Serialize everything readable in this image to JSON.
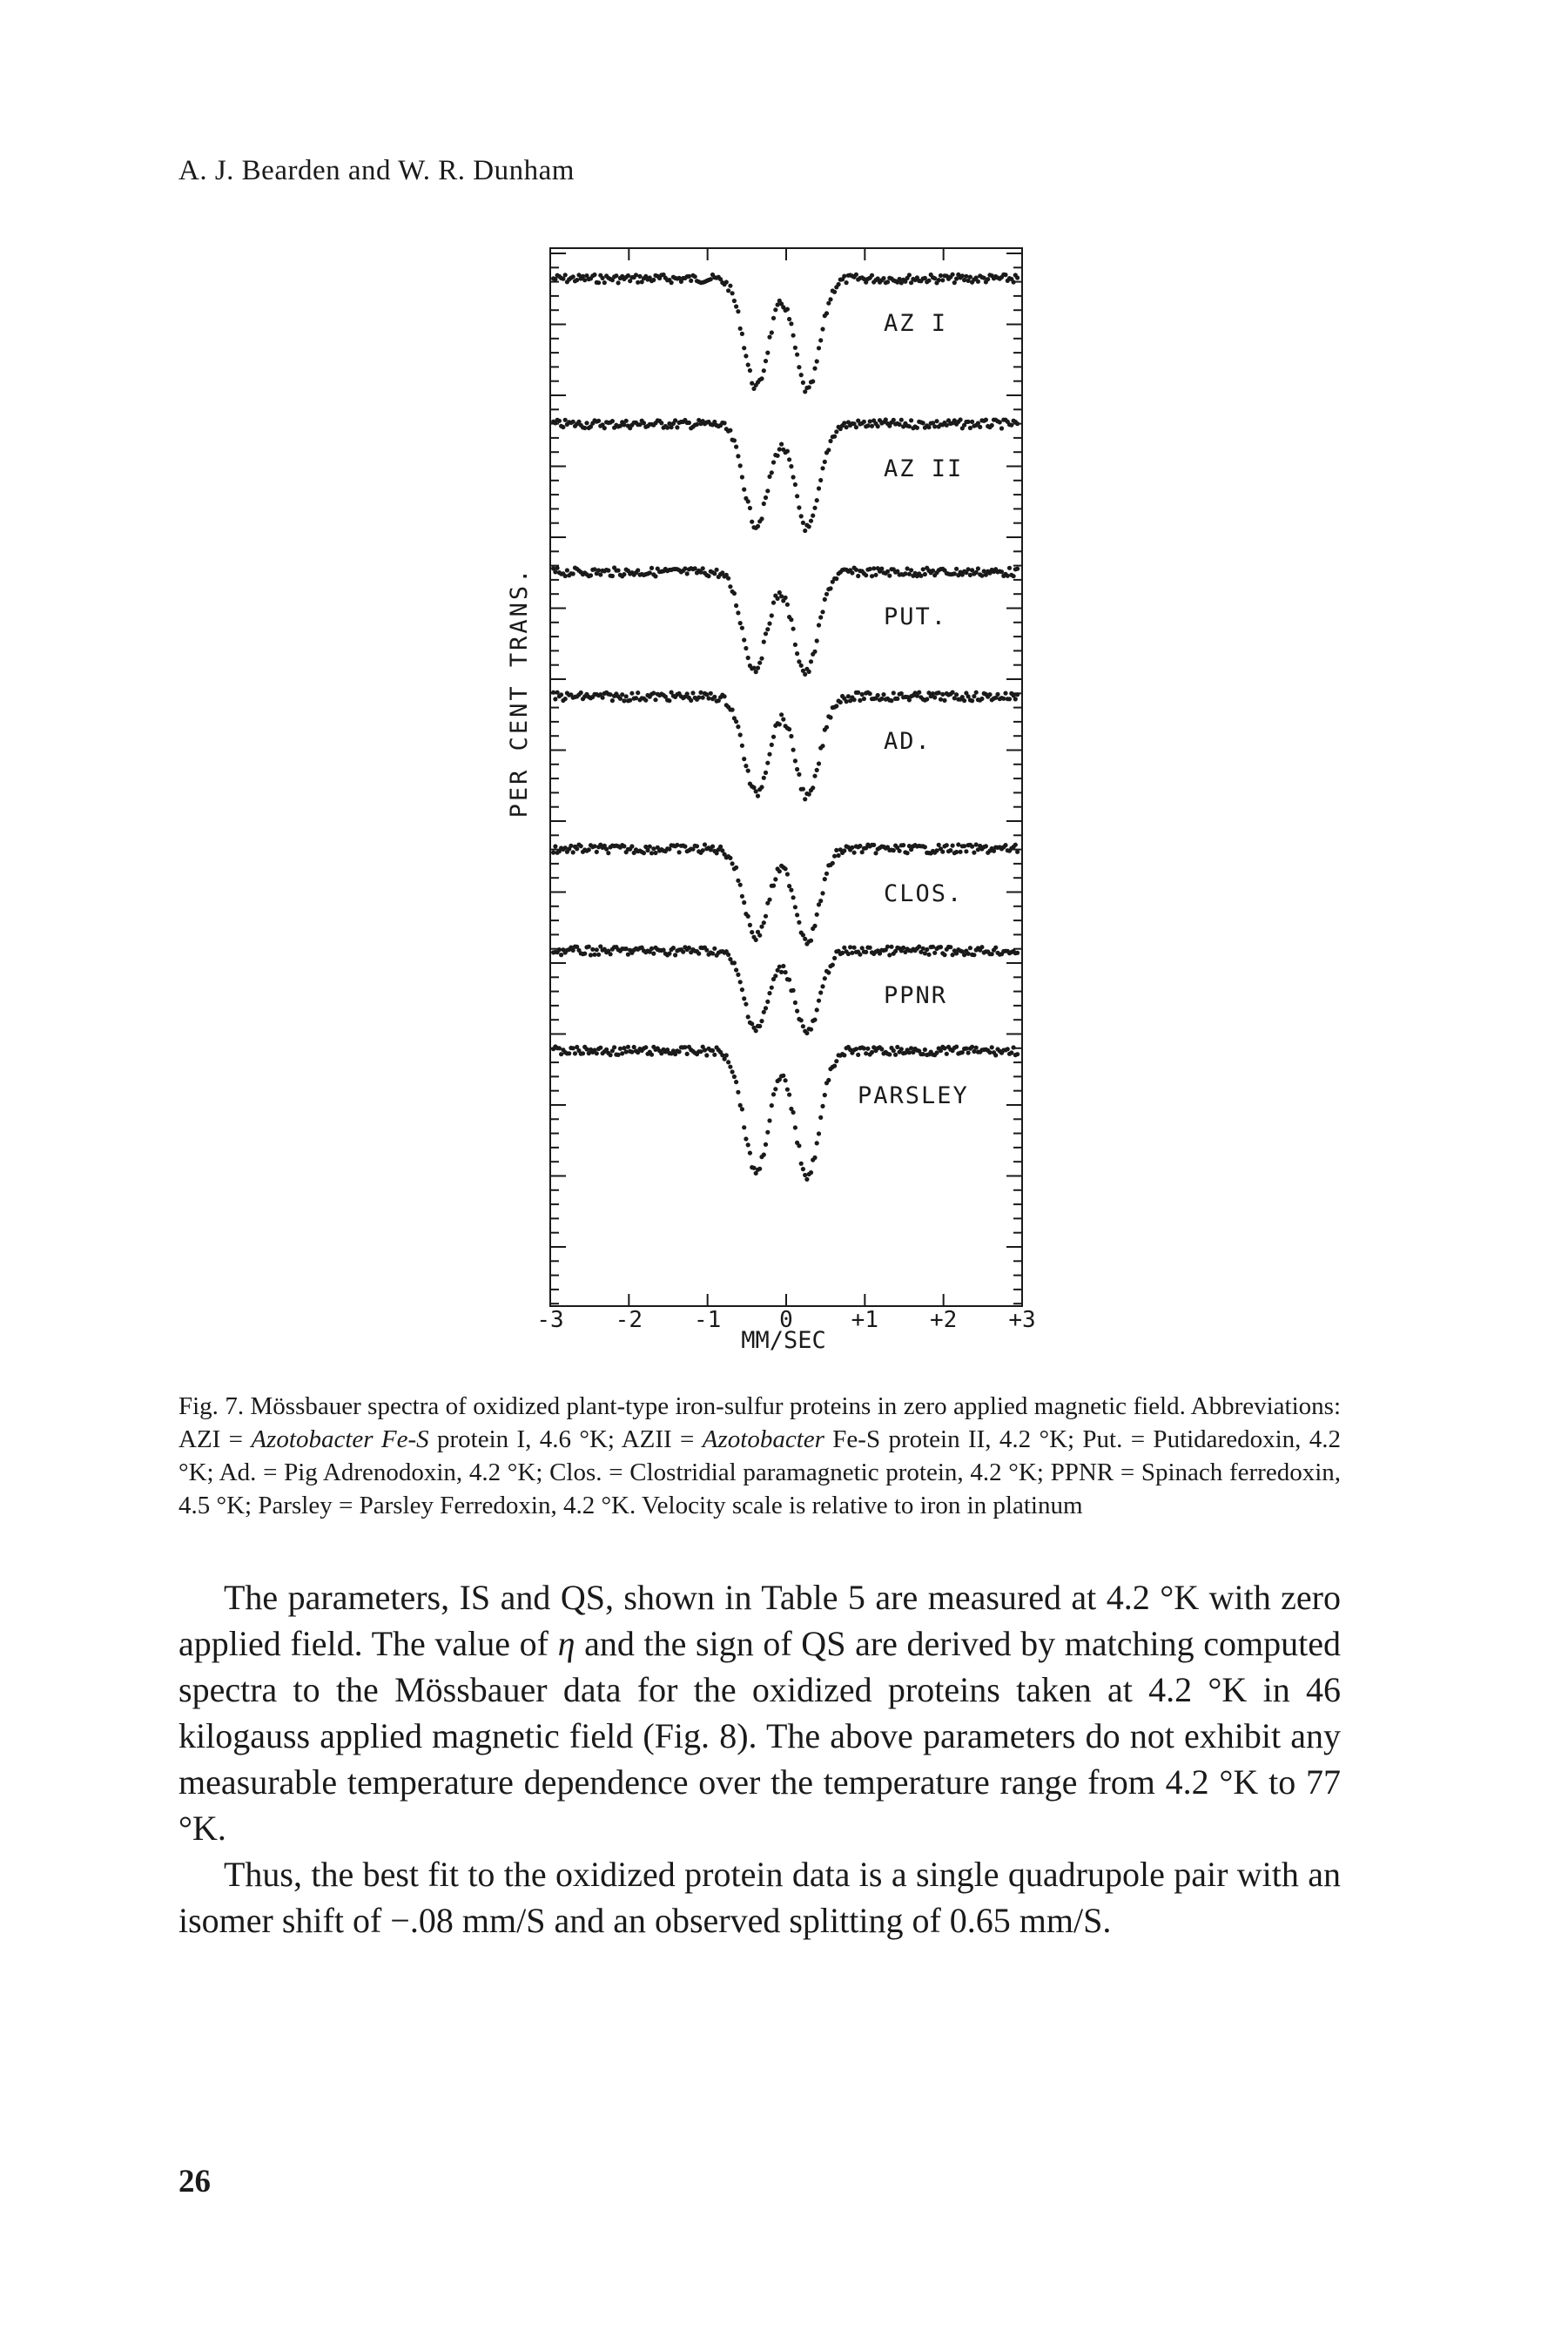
{
  "running_head": "A. J. Bearden and W. R. Dunham",
  "figure": {
    "ylabel": "PER CENT TRANS.",
    "xlabel": "MM/SEC",
    "x_ticks": [
      "-3",
      "-2",
      "-1",
      "0",
      "+1",
      "+2",
      "+3"
    ],
    "spectra_labels": [
      "AZ I",
      "AZ II",
      "PUT.",
      "AD.",
      "CLOS.",
      "PPNR",
      "PARSLEY"
    ]
  },
  "chart_data": {
    "type": "scatter",
    "xlabel": "MM/SEC",
    "ylabel": "PER CENT TRANS.",
    "xlim": [
      -3,
      3
    ],
    "x_ticks": [
      -3,
      -2,
      -1,
      0,
      1,
      2,
      3
    ],
    "series": [
      {
        "name": "AZ I",
        "dips": [
          {
            "x": -0.38,
            "depth": 0.56
          },
          {
            "x": 0.27,
            "depth": 0.58
          }
        ]
      },
      {
        "name": "AZ II",
        "dips": [
          {
            "x": -0.38,
            "depth": 0.52
          },
          {
            "x": 0.27,
            "depth": 0.54
          }
        ]
      },
      {
        "name": "PUT.",
        "dips": [
          {
            "x": -0.4,
            "depth": 0.5
          },
          {
            "x": 0.25,
            "depth": 0.52
          }
        ]
      },
      {
        "name": "AD.",
        "dips": [
          {
            "x": -0.38,
            "depth": 0.5
          },
          {
            "x": 0.27,
            "depth": 0.52
          }
        ]
      },
      {
        "name": "CLOS.",
        "dips": [
          {
            "x": -0.38,
            "depth": 0.45
          },
          {
            "x": 0.27,
            "depth": 0.47
          }
        ]
      },
      {
        "name": "PPNR",
        "dips": [
          {
            "x": -0.38,
            "depth": 0.4
          },
          {
            "x": 0.27,
            "depth": 0.42
          }
        ]
      },
      {
        "name": "PARSLEY",
        "dips": [
          {
            "x": -0.38,
            "depth": 0.62
          },
          {
            "x": 0.27,
            "depth": 0.64
          }
        ]
      }
    ]
  },
  "caption": {
    "label": "Fig. 7.",
    "text_1": " Mössbauer spectra of oxidized plant-type iron-sulfur proteins in zero applied magnetic field. Abbreviations: AZI = ",
    "italic_1": "Azotobacter Fe-S",
    "text_2": " protein I, 4.6 °K; AZII = ",
    "italic_2": "Azotobacter",
    "text_3": " Fe-S protein II, 4.2 °K; Put. = Putidaredoxin, 4.2 °K; Ad. = Pig Adrenodoxin, 4.2 °K; Clos. = Clostridial paramagnetic protein, 4.2 °K; PPNR = Spinach ferredoxin, 4.5 °K; Parsley = Parsley Ferredoxin, 4.2 °K. Velocity scale is relative to iron in platinum"
  },
  "body": {
    "p1_a": "The parameters, IS and QS, shown in Table 5 are measured at 4.2 °K with zero applied field. The value of ",
    "p1_eta": "η",
    "p1_b": " and the sign of QS are derived by matching computed spectra to the Mössbauer data for the oxidized proteins taken at 4.2 °K in 46 kilogauss applied magnetic field (Fig. 8). The above parameters do not exhibit any measurable temperature dependence over the temperature range from 4.2 °K to 77 °K.",
    "p2": "Thus, the best fit to the oxidized protein data is a single quadrupole pair with an isomer shift of −.08 mm/S and an observed splitting of 0.65 mm/S."
  },
  "page_number": "26"
}
